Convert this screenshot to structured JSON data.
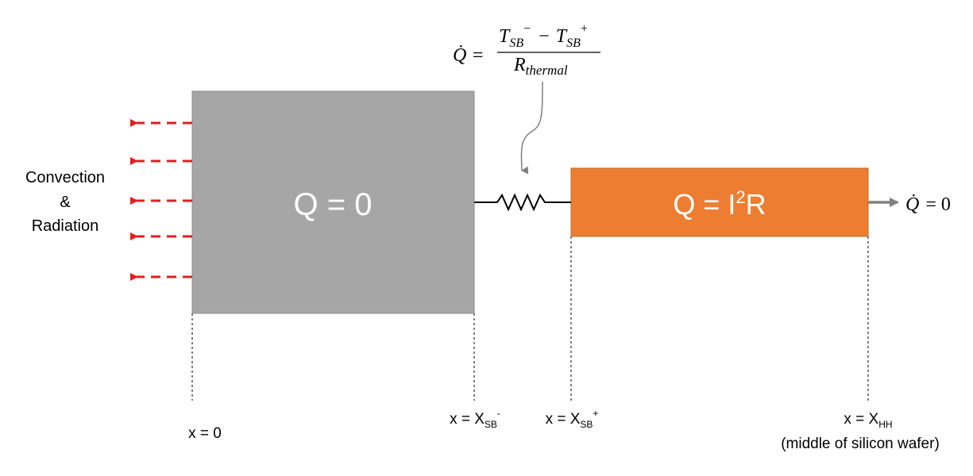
{
  "colors": {
    "gray_block": "#a6a6a6",
    "orange_block": "#ed7d31",
    "arrow_red": "#e21f1f",
    "arrow_gray": "#808080",
    "line_dark": "#000000"
  },
  "left_label": {
    "line1": "Convection",
    "line2": "&",
    "line3": "Radiation"
  },
  "gray_block": {
    "label": "Q = 0"
  },
  "orange_block": {
    "label_prefix": "Q = I",
    "label_sup": "2",
    "label_suffix": "R"
  },
  "equation": {
    "lhs": "Q̇ =",
    "num_t1": "T",
    "num_s1": "SB",
    "num_sup1": "−",
    "num_minus": "−",
    "num_t2": "T",
    "num_s2": "SB",
    "num_sup2": "+",
    "den_r": "R",
    "den_sub": "thermal"
  },
  "right_eq": {
    "q": "Q̇",
    "rest": "= 0"
  },
  "axis": {
    "x0": "x = 0",
    "xsbm_prefix": "x = X",
    "xsbm_sub": "SB",
    "xsbm_sup": "-",
    "xsbp_prefix": "x = X",
    "xsbp_sub": "SB",
    "xsbp_sup": "+",
    "xhh_prefix": "x = X",
    "xhh_sub": "HH",
    "xhh_note": "(middle of silicon wafer)"
  }
}
